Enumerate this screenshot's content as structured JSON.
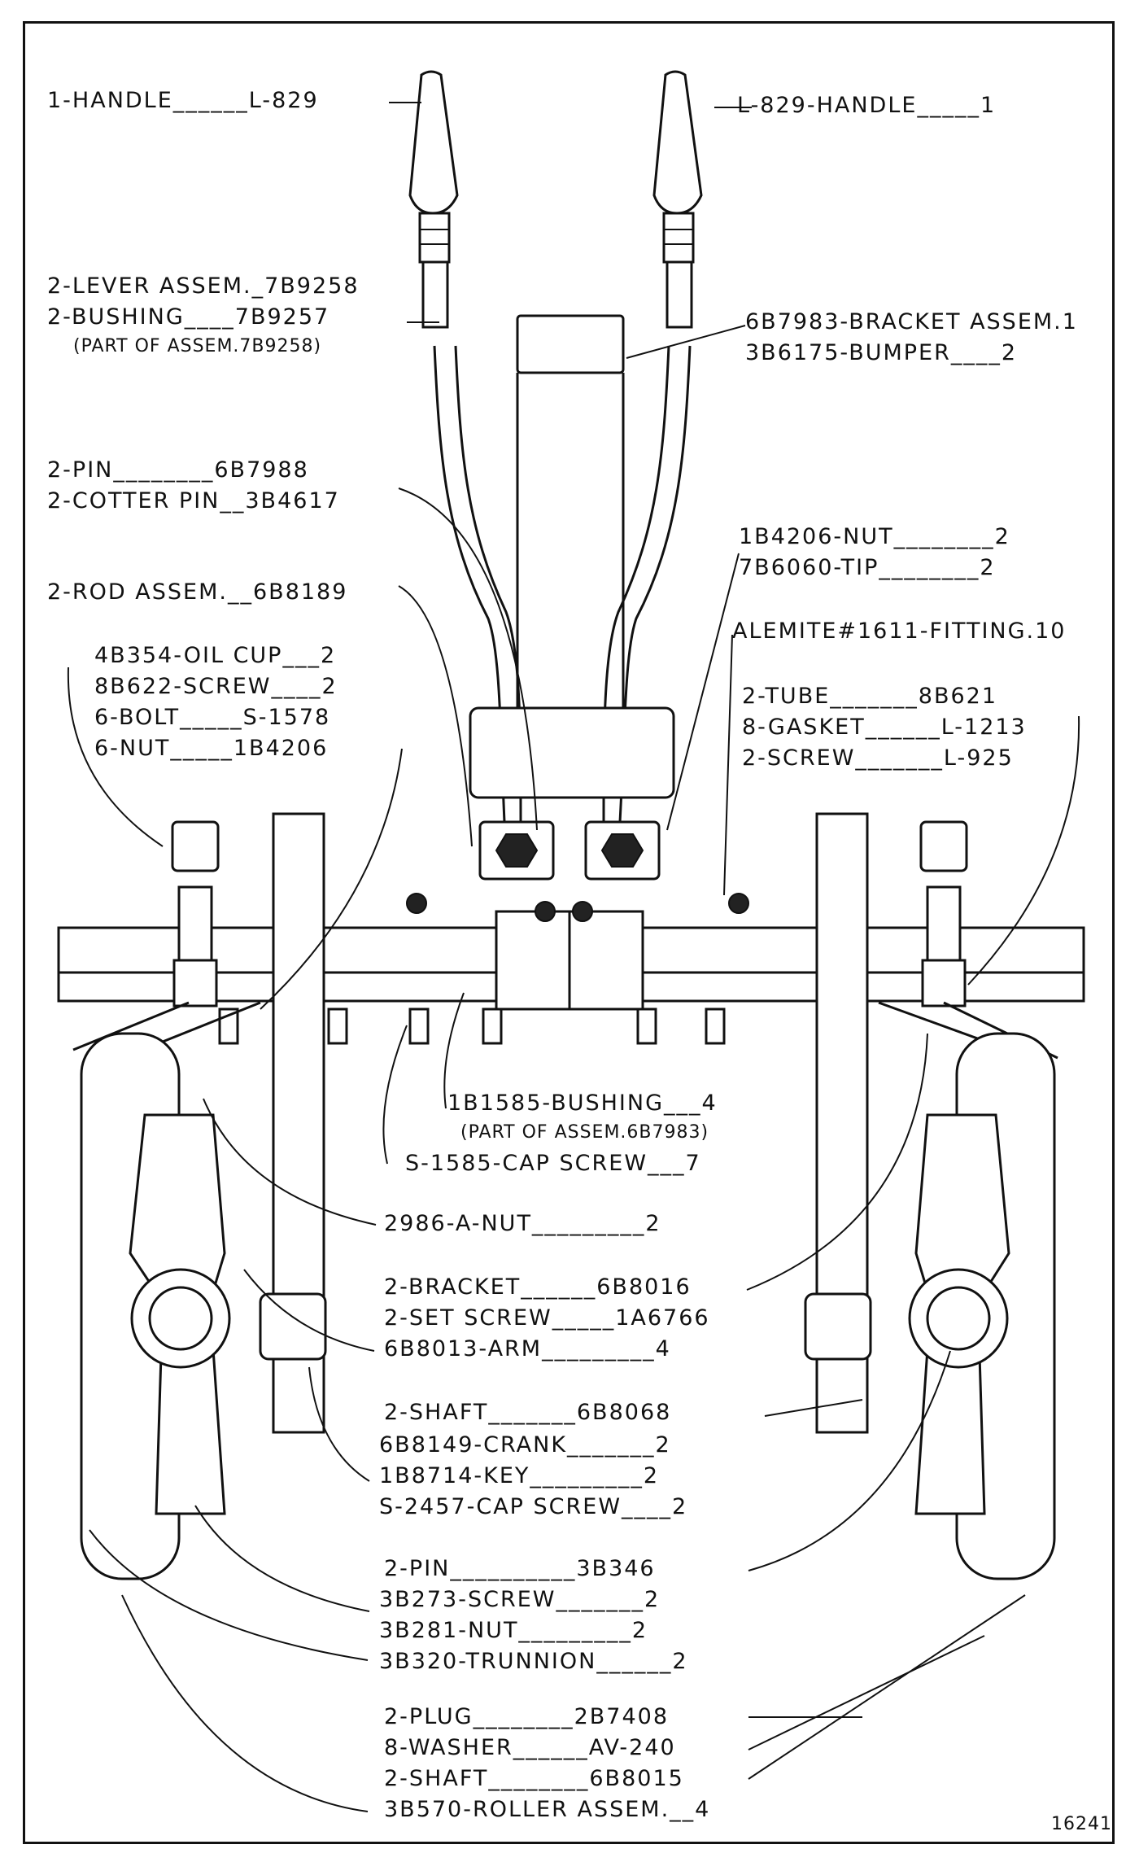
{
  "labels": {
    "handle_left": "1-HANDLE______L-829",
    "handle_right": "L-829-HANDLE_____1",
    "lever_assem": "2-LEVER ASSEM._7B9258",
    "bushing": "2-BUSHING____7B9257",
    "part_of_assem_lever": "(PART OF ASSEM.7B9258)",
    "bracket_assem": "6B7983-BRACKET ASSEM.1",
    "bumper": "3B6175-BUMPER____2",
    "pin": "2-PIN________6B7988",
    "cotter_pin": "2-COTTER PIN__3B4617",
    "nut_tip_nut": "1B4206-NUT________2",
    "tip": "7B6060-TIP________2",
    "rod_assem": "2-ROD ASSEM.__6B8189",
    "alemite": "ALEMITE#1611-FITTING.10",
    "oil_cup": "4B354-OIL CUP___2",
    "screw_8b622": "8B622-SCREW____2",
    "bolt": "6-BOLT_____S-1578",
    "nut_6": "6-NUT_____1B4206",
    "tube": "2-TUBE_______8B621",
    "gasket": "8-GASKET______L-1213",
    "screw_l925": "2-SCREW_______L-925",
    "bushing_1b1585": "1B1585-BUSHING___4",
    "part_of_assem_bracket": "(PART OF ASSEM.6B7983)",
    "cap_screw_s1585": "S-1585-CAP SCREW___7",
    "nut_2986": "2986-A-NUT_________2",
    "bracket_6b8016": "2-BRACKET______6B8016",
    "set_screw": "2-SET SCREW_____1A6766",
    "arm": "6B8013-ARM_________4",
    "shaft_6b8068": "2-SHAFT_______6B8068",
    "crank": "6B8149-CRANK_______2",
    "key": "1B8714-KEY_________2",
    "cap_screw_s2457": "S-2457-CAP SCREW____2",
    "pin_3b346": "2-PIN__________3B346",
    "screw_3b273": "3B273-SCREW_______2",
    "nut_3b281": "3B281-NUT_________2",
    "trunnion": "3B320-TRUNNION______2",
    "plug": "2-PLUG________2B7408",
    "washer": "8-WASHER______AV-240",
    "shaft_6b8015": "2-SHAFT________6B8015",
    "roller_assem": "3B570-ROLLER ASSEM.__4",
    "figure_number": "16241"
  }
}
